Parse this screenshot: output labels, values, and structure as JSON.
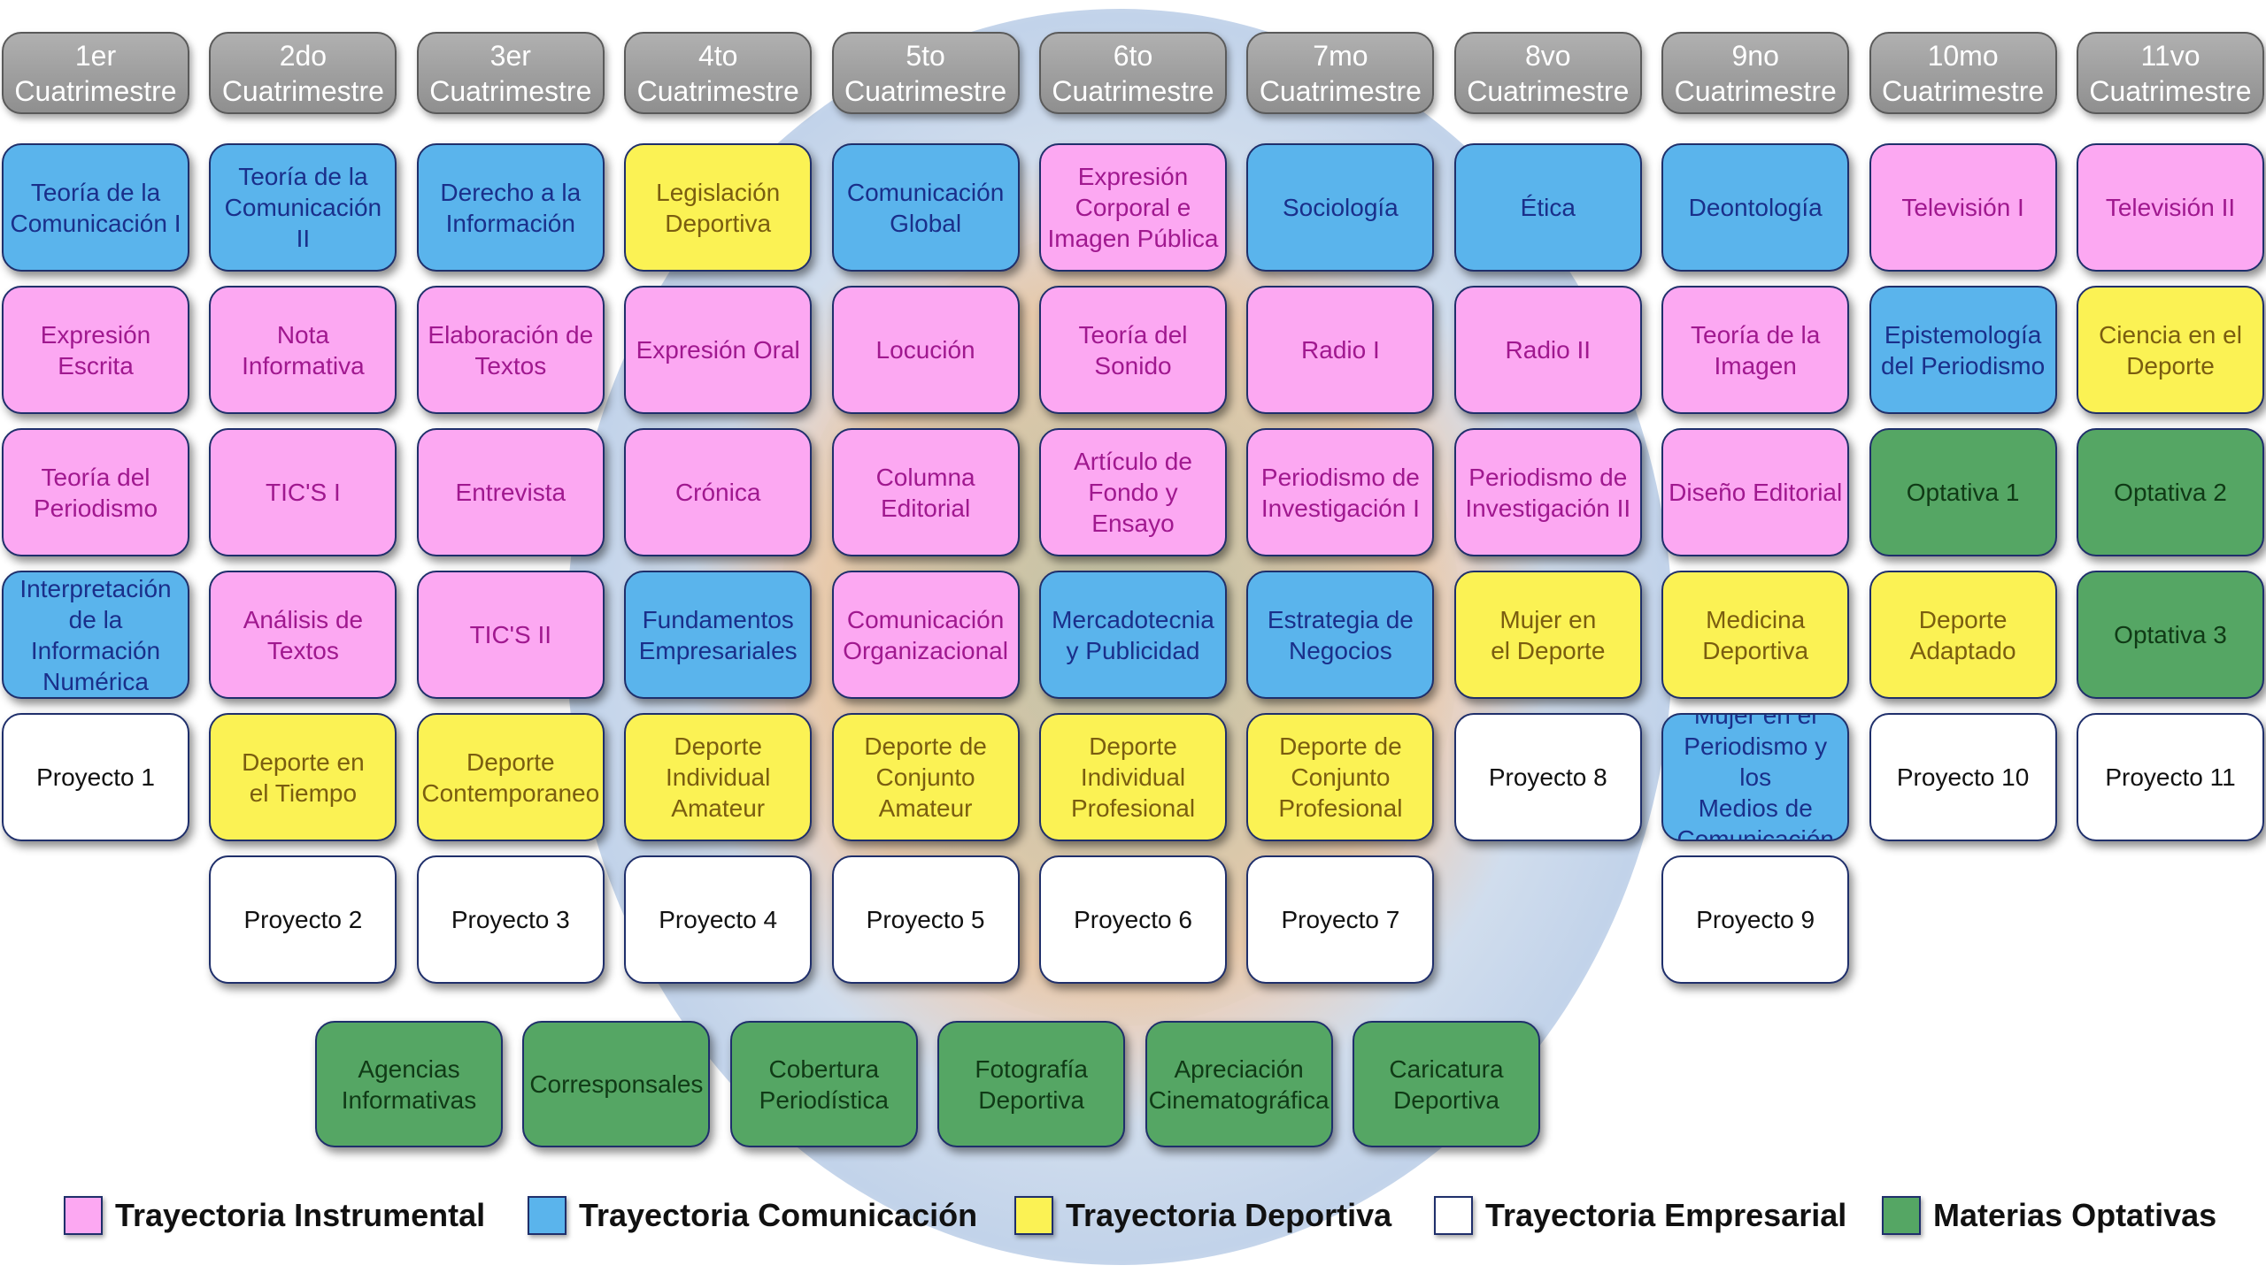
{
  "colors": {
    "instrumental": "#fca8f2",
    "comunicacion": "#5ab4ec",
    "deportiva": "#fbf254",
    "empresarial": "#ffffff",
    "optativas": "#55a664"
  },
  "text_colors": {
    "instrumental": "#a0188f",
    "comunicacion": "#1a2f8a",
    "deportiva": "#7a5d10",
    "empresarial": "#111111",
    "optativas": "#103a16"
  },
  "columns": [
    {
      "header": [
        "1er",
        "Cuatrimestre"
      ],
      "courses": [
        {
          "name": [
            "Teoría de la",
            "Comunicación I"
          ],
          "track": "comunicacion"
        },
        {
          "name": [
            "Expresión",
            "Escrita"
          ],
          "track": "instrumental"
        },
        {
          "name": [
            "Teoría del",
            "Periodismo"
          ],
          "track": "instrumental"
        },
        {
          "name": [
            "Interpretación",
            "de la",
            "Información",
            "Numérica"
          ],
          "track": "comunicacion"
        },
        {
          "name": [
            "Proyecto 1"
          ],
          "track": "empresarial"
        }
      ]
    },
    {
      "header": [
        "2do",
        "Cuatrimestre"
      ],
      "courses": [
        {
          "name": [
            "Teoría de la",
            "Comunicación II"
          ],
          "track": "comunicacion"
        },
        {
          "name": [
            "Nota",
            "Informativa"
          ],
          "track": "instrumental"
        },
        {
          "name": [
            "TIC'S I"
          ],
          "track": "instrumental"
        },
        {
          "name": [
            "Análisis de",
            "Textos"
          ],
          "track": "instrumental"
        },
        {
          "name": [
            "Deporte en",
            "el Tiempo"
          ],
          "track": "deportiva"
        },
        {
          "name": [
            "Proyecto 2"
          ],
          "track": "empresarial"
        }
      ]
    },
    {
      "header": [
        "3er",
        "Cuatrimestre"
      ],
      "courses": [
        {
          "name": [
            "Derecho a la",
            "Información"
          ],
          "track": "comunicacion"
        },
        {
          "name": [
            "Elaboración de",
            "Textos"
          ],
          "track": "instrumental"
        },
        {
          "name": [
            "Entrevista"
          ],
          "track": "instrumental"
        },
        {
          "name": [
            "TIC'S II"
          ],
          "track": "instrumental"
        },
        {
          "name": [
            "Deporte",
            "Contemporaneo"
          ],
          "track": "deportiva"
        },
        {
          "name": [
            "Proyecto 3"
          ],
          "track": "empresarial"
        }
      ]
    },
    {
      "header": [
        "4to",
        "Cuatrimestre"
      ],
      "courses": [
        {
          "name": [
            "Legislación",
            "Deportiva"
          ],
          "track": "deportiva"
        },
        {
          "name": [
            "Expresión Oral"
          ],
          "track": "instrumental"
        },
        {
          "name": [
            "Crónica"
          ],
          "track": "instrumental"
        },
        {
          "name": [
            "Fundamentos",
            "Empresariales"
          ],
          "track": "comunicacion"
        },
        {
          "name": [
            "Deporte",
            "Individual",
            "Amateur"
          ],
          "track": "deportiva"
        },
        {
          "name": [
            "Proyecto 4"
          ],
          "track": "empresarial"
        }
      ]
    },
    {
      "header": [
        "5to",
        "Cuatrimestre"
      ],
      "courses": [
        {
          "name": [
            "Comunicación",
            "Global"
          ],
          "track": "comunicacion"
        },
        {
          "name": [
            "Locución"
          ],
          "track": "instrumental"
        },
        {
          "name": [
            "Columna",
            "Editorial"
          ],
          "track": "instrumental"
        },
        {
          "name": [
            "Comunicación",
            "Organizacional"
          ],
          "track": "instrumental"
        },
        {
          "name": [
            "Deporte de",
            "Conjunto",
            "Amateur"
          ],
          "track": "deportiva"
        },
        {
          "name": [
            "Proyecto 5"
          ],
          "track": "empresarial"
        }
      ]
    },
    {
      "header": [
        "6to",
        "Cuatrimestre"
      ],
      "courses": [
        {
          "name": [
            "Expresión",
            "Corporal e",
            "Imagen Pública"
          ],
          "track": "instrumental"
        },
        {
          "name": [
            "Teoría del",
            "Sonido"
          ],
          "track": "instrumental"
        },
        {
          "name": [
            "Artículo de",
            "Fondo y",
            "Ensayo"
          ],
          "track": "instrumental"
        },
        {
          "name": [
            "Mercadotecnia",
            "y Publicidad"
          ],
          "track": "comunicacion"
        },
        {
          "name": [
            "Deporte",
            "Individual",
            "Profesional"
          ],
          "track": "deportiva"
        },
        {
          "name": [
            "Proyecto 6"
          ],
          "track": "empresarial"
        }
      ]
    },
    {
      "header": [
        "7mo",
        "Cuatrimestre"
      ],
      "courses": [
        {
          "name": [
            "Sociología"
          ],
          "track": "comunicacion"
        },
        {
          "name": [
            "Radio I"
          ],
          "track": "instrumental"
        },
        {
          "name": [
            "Periodismo de",
            "Investigación I"
          ],
          "track": "instrumental"
        },
        {
          "name": [
            "Estrategia de",
            "Negocios"
          ],
          "track": "comunicacion"
        },
        {
          "name": [
            "Deporte de",
            "Conjunto",
            "Profesional"
          ],
          "track": "deportiva"
        },
        {
          "name": [
            "Proyecto 7"
          ],
          "track": "empresarial"
        }
      ]
    },
    {
      "header": [
        "8vo",
        "Cuatrimestre"
      ],
      "courses": [
        {
          "name": [
            "Ética"
          ],
          "track": "comunicacion"
        },
        {
          "name": [
            "Radio II"
          ],
          "track": "instrumental"
        },
        {
          "name": [
            "Periodismo de",
            "Investigación II"
          ],
          "track": "instrumental"
        },
        {
          "name": [
            "Mujer en",
            "el Deporte"
          ],
          "track": "deportiva"
        },
        {
          "name": [
            "Proyecto 8"
          ],
          "track": "empresarial"
        }
      ]
    },
    {
      "header": [
        "9no",
        "Cuatrimestre"
      ],
      "courses": [
        {
          "name": [
            "Deontología"
          ],
          "track": "comunicacion"
        },
        {
          "name": [
            "Teoría de la",
            "Imagen"
          ],
          "track": "instrumental"
        },
        {
          "name": [
            "Diseño Editorial"
          ],
          "track": "instrumental"
        },
        {
          "name": [
            "Medicina",
            "Deportiva"
          ],
          "track": "deportiva"
        },
        {
          "name": [
            "Mujer en el",
            "Periodismo y los",
            "Medios de",
            "Comunicación"
          ],
          "track": "comunicacion"
        },
        {
          "name": [
            "Proyecto 9"
          ],
          "track": "empresarial"
        }
      ]
    },
    {
      "header": [
        "10mo",
        "Cuatrimestre"
      ],
      "courses": [
        {
          "name": [
            "Televisión I"
          ],
          "track": "instrumental"
        },
        {
          "name": [
            "Epistemología",
            "del Periodismo"
          ],
          "track": "comunicacion"
        },
        {
          "name": [
            "Optativa 1"
          ],
          "track": "optativas"
        },
        {
          "name": [
            "Deporte",
            "Adaptado"
          ],
          "track": "deportiva"
        },
        {
          "name": [
            "Proyecto 10"
          ],
          "track": "empresarial"
        }
      ]
    },
    {
      "header": [
        "11vo",
        "Cuatrimestre"
      ],
      "courses": [
        {
          "name": [
            "Televisión II"
          ],
          "track": "instrumental"
        },
        {
          "name": [
            "Ciencia en el",
            "Deporte"
          ],
          "track": "deportiva"
        },
        {
          "name": [
            "Optativa 2"
          ],
          "track": "optativas"
        },
        {
          "name": [
            "Optativa 3"
          ],
          "track": "optativas"
        },
        {
          "name": [
            "Proyecto 11"
          ],
          "track": "empresarial"
        }
      ]
    }
  ],
  "electives": [
    {
      "name": [
        "Agencias",
        "Informativas"
      ],
      "track": "optativas"
    },
    {
      "name": [
        "Corresponsales"
      ],
      "track": "optativas"
    },
    {
      "name": [
        "Cobertura",
        "Periodística"
      ],
      "track": "optativas"
    },
    {
      "name": [
        "Fotografía",
        "Deportiva"
      ],
      "track": "optativas"
    },
    {
      "name": [
        "Apreciación",
        "Cinematográfica"
      ],
      "track": "optativas"
    },
    {
      "name": [
        "Caricatura",
        "Deportiva"
      ],
      "track": "optativas"
    }
  ],
  "legend": [
    {
      "label": "Trayectoria Instrumental",
      "track": "instrumental"
    },
    {
      "label": "Trayectoria Comunicación",
      "track": "comunicacion"
    },
    {
      "label": "Trayectoria Deportiva",
      "track": "deportiva"
    },
    {
      "label": "Trayectoria Empresarial",
      "track": "empresarial"
    },
    {
      "label": "Materias Optativas",
      "track": "optativas"
    }
  ]
}
